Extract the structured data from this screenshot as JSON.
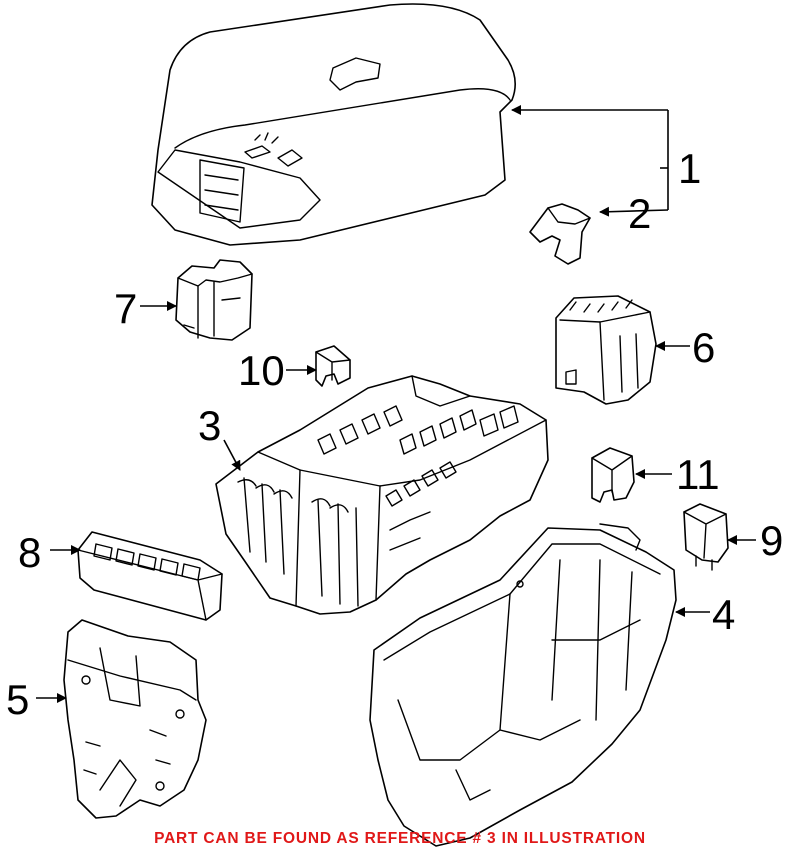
{
  "callouts": [
    {
      "id": "1",
      "label": "1"
    },
    {
      "id": "2",
      "label": "2"
    },
    {
      "id": "3",
      "label": "3"
    },
    {
      "id": "4",
      "label": "4"
    },
    {
      "id": "5",
      "label": "5"
    },
    {
      "id": "6",
      "label": "6"
    },
    {
      "id": "7",
      "label": "7"
    },
    {
      "id": "8",
      "label": "8"
    },
    {
      "id": "9",
      "label": "9"
    },
    {
      "id": "10",
      "label": "10"
    },
    {
      "id": "11",
      "label": "11"
    }
  ],
  "footer": {
    "notice": "PART CAN BE FOUND AS REFERENCE # 3 IN ILLUSTRATION",
    "color": "#e01818"
  }
}
